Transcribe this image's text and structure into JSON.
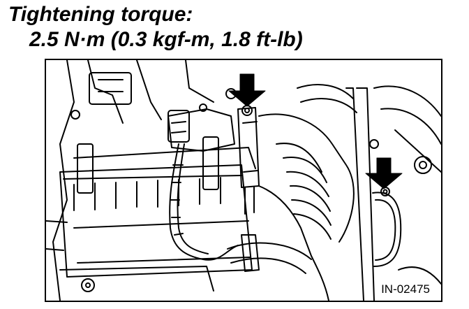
{
  "heading": {
    "label": "Tightening torque:",
    "value": "2.5 N·m (0.3 kgf-m, 1.8 ft-lb)"
  },
  "figure": {
    "id": "IN-02475"
  }
}
